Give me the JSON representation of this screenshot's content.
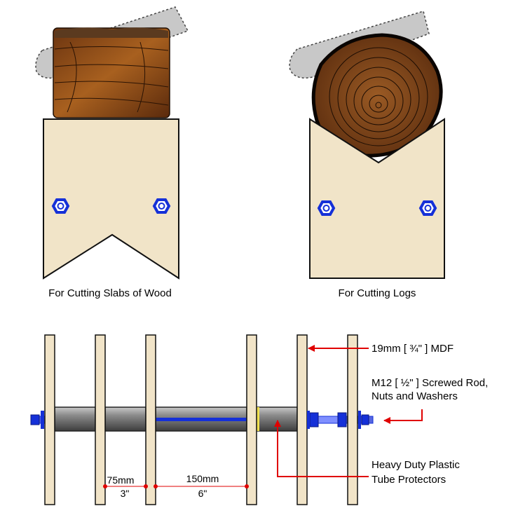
{
  "captions": {
    "slabs": "For Cutting Slabs of Wood",
    "logs": "For Cutting Logs"
  },
  "labels": {
    "mdf": "19mm [ ¾\" ] MDF",
    "rod_line1": "M12 [ ½\" ] Screwed Rod,",
    "rod_line2": "Nuts and Washers",
    "tube_line1": "Heavy Duty Plastic",
    "tube_line2": "Tube Protectors"
  },
  "dimensions": {
    "gap_small_metric": "75mm",
    "gap_small_imperial": "3\"",
    "gap_large_metric": "150mm",
    "gap_large_imperial": "6\""
  },
  "colors": {
    "mdf": "#f1e4c8",
    "wood": "#8a4a1c",
    "hex_nut": "#1530d8",
    "annotation": "#e00000",
    "tube": "#6f6f6f",
    "chainsaw_bar": "#c8c8c8"
  }
}
